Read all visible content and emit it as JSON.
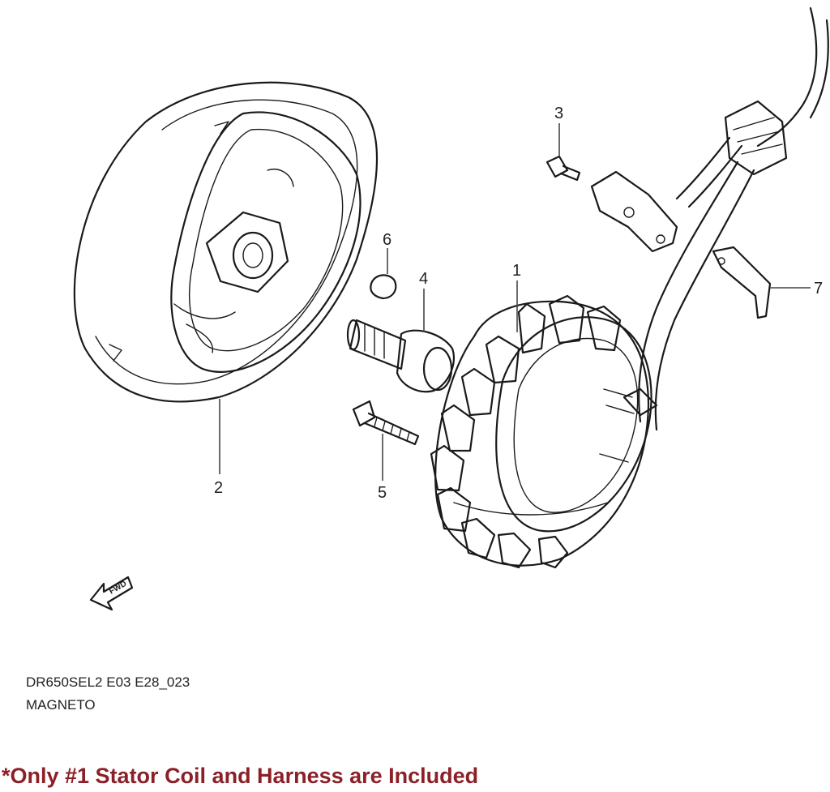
{
  "callouts": {
    "p1": "1",
    "p2": "2",
    "p3": "3",
    "p4": "4",
    "p5": "5",
    "p6": "6",
    "p7": "7"
  },
  "fwd_label": "FWD",
  "diagram_code": "DR650SEL2 E03 E28_023",
  "diagram_title": "MAGNETO",
  "note": "*Only #1 Stator Coil and Harness are Included",
  "colors": {
    "ink": "#1a1a1a",
    "note": "#8b2028",
    "background": "#ffffff"
  }
}
